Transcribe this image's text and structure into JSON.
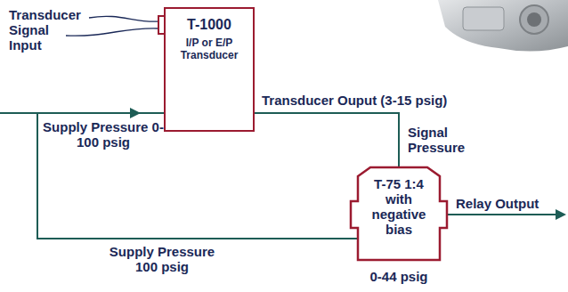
{
  "diagram": {
    "nodes": [
      {
        "text": [
          "T-1000",
          "I/P or E/P Transducer"
        ]
      },
      {
        "text": [
          "T-75 1:4 with negative bias"
        ]
      }
    ],
    "edges": [
      {
        "from": 0,
        "to": 1,
        "arrow": "none",
        "label": "Transducer Ouput (3-15 psig)"
      }
    ],
    "labels": [
      "Transducer Signal Input",
      "Supply Pressure 0-100 psig",
      "Supply Pressure 100 psig",
      "Signal Pressure",
      "Relay Output",
      "0-44 psig"
    ]
  }
}
